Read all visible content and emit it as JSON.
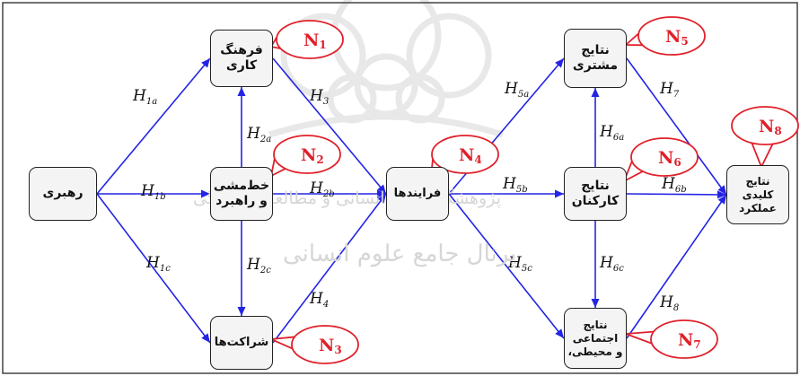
{
  "colors": {
    "edge": "#2424e6",
    "callout": "#e0202a",
    "label": "#111111",
    "node_fill": "#f4f4f4",
    "node_border": "#222222",
    "frame": "#444444",
    "watermark": "#d6d6d6"
  },
  "watermark": {
    "logo": "university-emblem",
    "line1": "پژوهشگاه علوم انسانی و مطالعات فرهنگی",
    "line2": "پرتال جامع علوم انسانی"
  },
  "nodes": {
    "leadership": {
      "lines": [
        "رهبری"
      ]
    },
    "culture": {
      "lines": [
        "فرهنگ",
        "کاری"
      ]
    },
    "strategy": {
      "lines": [
        "خط‌مشی",
        "و راهبرد"
      ]
    },
    "partnerships": {
      "lines": [
        "شراکت‌ها"
      ]
    },
    "processes": {
      "lines": [
        "فرایندها"
      ]
    },
    "customer_results": {
      "lines": [
        "نتایج",
        "مشتری"
      ]
    },
    "people_results": {
      "lines": [
        "نتایج",
        "کارکنان"
      ]
    },
    "society_results": {
      "lines": [
        "نتایج",
        "اجتماعی",
        "و محیطی،"
      ]
    },
    "kpi_results": {
      "lines": [
        "نتایج",
        "کلیدی",
        "عملکرد"
      ]
    }
  },
  "edges": [
    {
      "id": "h1a",
      "from": "leadership",
      "to": "culture",
      "label": "H",
      "sub": "1a"
    },
    {
      "id": "h1b",
      "from": "leadership",
      "to": "strategy",
      "label": "H",
      "sub": "1b"
    },
    {
      "id": "h1c",
      "from": "leadership",
      "to": "partnerships",
      "label": "H",
      "sub": "1c"
    },
    {
      "id": "h2a",
      "from": "strategy",
      "to": "culture",
      "label": "H",
      "sub": "2a"
    },
    {
      "id": "h2b",
      "from": "strategy",
      "to": "processes",
      "label": "H",
      "sub": "2b"
    },
    {
      "id": "h2c",
      "from": "strategy",
      "to": "partnerships",
      "label": "H",
      "sub": "2c"
    },
    {
      "id": "h3",
      "from": "culture",
      "to": "processes",
      "label": "H",
      "sub": "3"
    },
    {
      "id": "h4",
      "from": "partnerships",
      "to": "processes",
      "label": "H",
      "sub": "4"
    },
    {
      "id": "h5a",
      "from": "processes",
      "to": "customer_results",
      "label": "H",
      "sub": "5a"
    },
    {
      "id": "h5b",
      "from": "processes",
      "to": "people_results",
      "label": "H",
      "sub": "5b"
    },
    {
      "id": "h5c",
      "from": "processes",
      "to": "society_results",
      "label": "H",
      "sub": "5c"
    },
    {
      "id": "h6a",
      "from": "people_results",
      "to": "customer_results",
      "label": "H",
      "sub": "6a"
    },
    {
      "id": "h6b",
      "from": "people_results",
      "to": "kpi_results",
      "label": "H",
      "sub": "6b"
    },
    {
      "id": "h6c",
      "from": "people_results",
      "to": "society_results",
      "label": "H",
      "sub": "6c"
    },
    {
      "id": "h7",
      "from": "customer_results",
      "to": "kpi_results",
      "label": "H",
      "sub": "7"
    },
    {
      "id": "h8",
      "from": "society_results",
      "to": "kpi_results",
      "label": "H",
      "sub": "8"
    }
  ],
  "callouts": [
    {
      "id": "n1",
      "label": "N",
      "sub": "1",
      "target": "culture"
    },
    {
      "id": "n2",
      "label": "N",
      "sub": "2",
      "target": "strategy"
    },
    {
      "id": "n3",
      "label": "N",
      "sub": "3",
      "target": "partnerships"
    },
    {
      "id": "n4",
      "label": "N",
      "sub": "4",
      "target": "processes"
    },
    {
      "id": "n5",
      "label": "N",
      "sub": "5",
      "target": "customer_results"
    },
    {
      "id": "n6",
      "label": "N",
      "sub": "6",
      "target": "people_results"
    },
    {
      "id": "n7",
      "label": "N",
      "sub": "7",
      "target": "society_results"
    },
    {
      "id": "n8",
      "label": "N",
      "sub": "8",
      "target": "kpi_results"
    }
  ]
}
